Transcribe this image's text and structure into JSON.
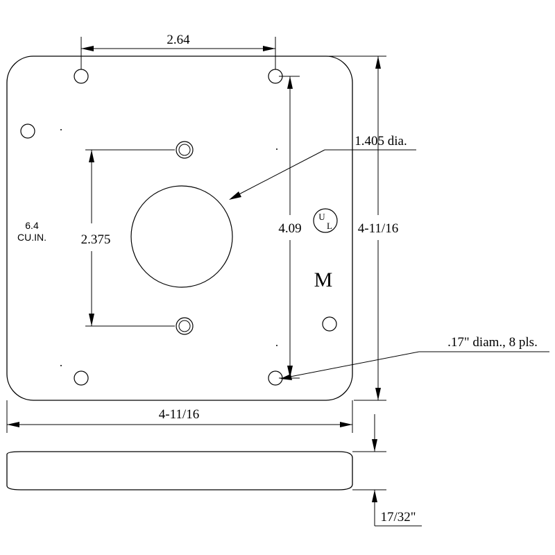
{
  "dimensions": {
    "top_hole_spacing": "2.64",
    "large_hole_diameter": "1.405 dia.",
    "center_hole_spacing": "2.375",
    "vertical_hole_spacing": "4.09",
    "plate_height": "4-11/16",
    "plate_width": "4-11/16",
    "small_hole_note": ".17\" diam., 8 pls.",
    "plate_thickness": "17/32\""
  },
  "plate_marking": {
    "line1": "6.4",
    "line2": "CU.IN."
  },
  "logos": {
    "ul_top": "U",
    "ul_bottom": "L",
    "maker_mark": "M"
  }
}
